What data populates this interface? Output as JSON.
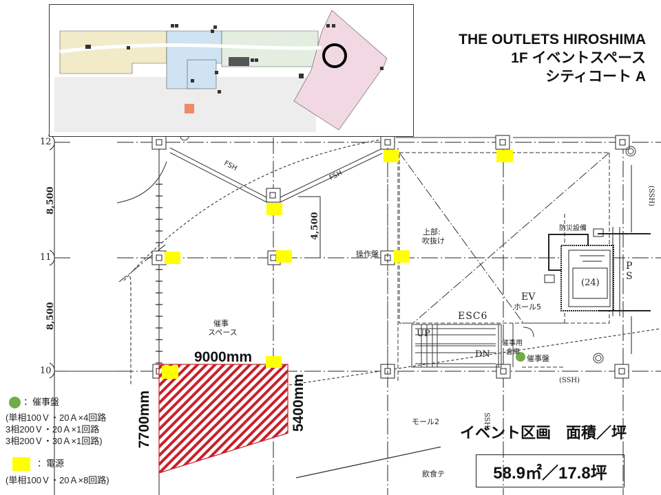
{
  "title": {
    "line1": "THE OUTLETS HIROSHIMA",
    "line2": "1F イベントスペース",
    "line3": "シティコート A"
  },
  "minimap": {
    "description": "Overall floor map with location marker",
    "marker": "circle-marker",
    "colors": {
      "west_zone": "#f1ebc9",
      "center_zone": "#cfe3f2",
      "east_zone": "#e3eee0",
      "south_wing": "#f2d8e2",
      "parking": "#ededed",
      "highlight": "#555555",
      "bus": "#ee8a66"
    }
  },
  "grid": {
    "rows": [
      {
        "label": "12"
      },
      {
        "label": "11"
      },
      {
        "label": "10"
      }
    ],
    "spans": [
      "8,500",
      "8,500"
    ],
    "inner_dimension": "4,500"
  },
  "plan_labels": {
    "fsh_left": "FSH",
    "fsh_right": "FSH",
    "control_panel": "操作盤",
    "void_line1": "上部:",
    "void_line2": "吹抜け",
    "fire_shutter": "防災設備",
    "elevator_capacity": "(24)",
    "ps_line1": "P",
    "ps_line2": "S",
    "ev_line1": "EV",
    "ev_line2": "ホール5",
    "escalator": "ESC6",
    "up": "UP",
    "down": "DN",
    "storage_line1": "催事用",
    "storage_line2": "倉庫",
    "event_panel": "催事盤",
    "event_space_line1": "催事",
    "event_space_line2": "スペース",
    "ssh_right": "(SSH)",
    "ssh_bottom": "(SSH)",
    "ssh_vertical": "SSH)",
    "mall": "モール2",
    "food": "飲食テ"
  },
  "event_area": {
    "width_label": "9000mm",
    "left_height_label": "7700mm",
    "right_height_label": "5400mm",
    "hatch_color": "#c8202a"
  },
  "legend": {
    "event_panel": {
      "color": "#70ad47",
      "label": "：催事盤",
      "details": [
        "(単相100Ｖ・20Ａ×4回路",
        "3相200Ｖ・20Ａ×1回路",
        "3相200Ｖ・30Ａ×1回路)"
      ]
    },
    "power": {
      "color": "#ffff00",
      "label": "：電源",
      "details": [
        "(単相100Ｖ・20Ａ×8回路)"
      ]
    }
  },
  "area_summary": {
    "heading": "イベント区画　面積／坪",
    "value": "58.9㎡／17.8坪"
  }
}
